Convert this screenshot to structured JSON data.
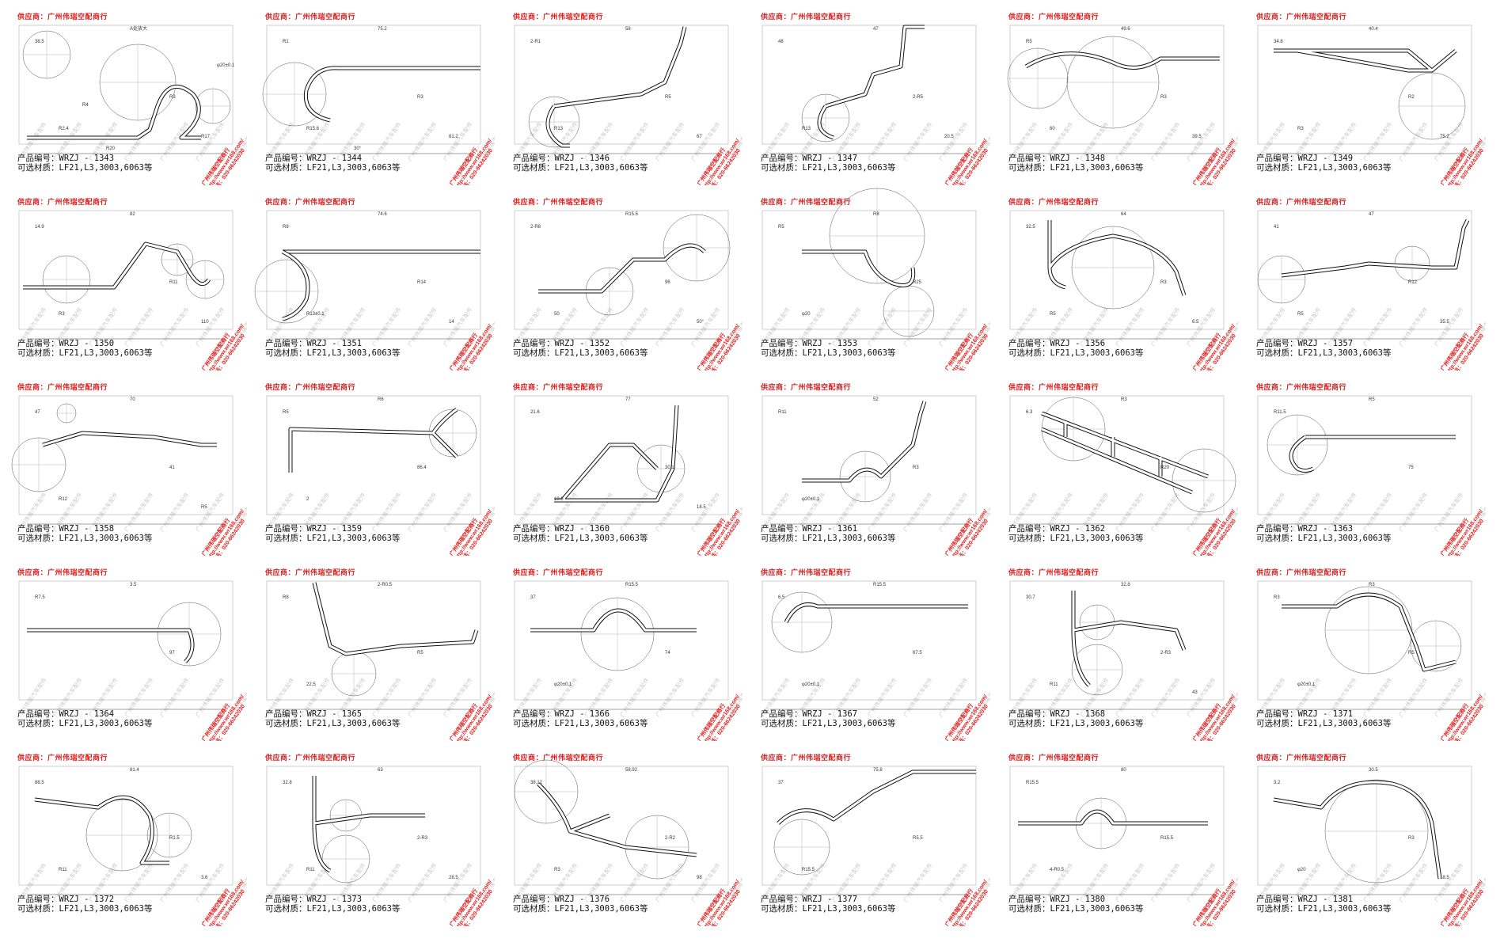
{
  "supplier_label": "供应商：广州伟瑞空配商行",
  "watermark_text": "广州伟瑞汽车配件",
  "stamp": {
    "company": "广州伟瑞空配商行",
    "url": "http://www.wr168.com/",
    "phone": "电话：020-66242030"
  },
  "code_prefix": "产品编号：",
  "material_line": "可选材质：LF21,L3,3003,6063等",
  "colors": {
    "accent_red": "#e0201f",
    "line": "#111111",
    "dim": "#444444"
  },
  "products": [
    {
      "code": "WRZJ - 1343",
      "shape": "loop-a",
      "dims": [
        "A处放大",
        "38.5",
        "R3",
        "R2.4",
        "R17",
        "R20",
        "φ20±0.1",
        "R4"
      ]
    },
    {
      "code": "WRZJ - 1344",
      "shape": "hook-left",
      "dims": [
        "75.2",
        "R1",
        "R3",
        "R15.6",
        "81.2",
        "30°"
      ]
    },
    {
      "code": "WRZJ - 1346",
      "shape": "step-up",
      "dims": [
        "58",
        "2-R1",
        "R5",
        "R13",
        "67"
      ]
    },
    {
      "code": "WRZJ - 1347",
      "shape": "step-up-2",
      "dims": [
        "47",
        "48",
        "2-R5",
        "R13",
        "20.5"
      ]
    },
    {
      "code": "WRZJ - 1348",
      "shape": "arch-line",
      "dims": [
        "49.6",
        "R5",
        "R3",
        "60",
        "39.5"
      ]
    },
    {
      "code": "WRZJ - 1349",
      "shape": "wedge",
      "dims": [
        "40.4",
        "34.8",
        "R2",
        "R3",
        "75.2"
      ]
    },
    {
      "code": "WRZJ - 1350",
      "shape": "zig-loop",
      "dims": [
        "82",
        "14.9",
        "R11",
        "R3",
        "110"
      ]
    },
    {
      "code": "WRZJ - 1351",
      "shape": "hook-left-2",
      "dims": [
        "74.6",
        "R8",
        "R14",
        "R13±0.1",
        "14"
      ]
    },
    {
      "code": "WRZJ - 1352",
      "shape": "zig-loop-2",
      "dims": [
        "R15.5",
        "2-R8",
        "96",
        "50",
        "50°"
      ]
    },
    {
      "code": "WRZJ - 1353",
      "shape": "circle-s",
      "dims": [
        "R8",
        "R5",
        "R25",
        "φ20"
      ]
    },
    {
      "code": "WRZJ - 1356",
      "shape": "tank",
      "dims": [
        "64",
        "32.5",
        "R3",
        "R5",
        "6.5"
      ]
    },
    {
      "code": "WRZJ - 1357",
      "shape": "step-flat",
      "dims": [
        "47",
        "41",
        "R12",
        "R5",
        "35.5"
      ]
    },
    {
      "code": "WRZJ - 1358",
      "shape": "hook-right",
      "dims": [
        "70",
        "47",
        "41",
        "R12",
        "R5"
      ]
    },
    {
      "code": "WRZJ - 1359",
      "shape": "t-end",
      "dims": [
        "R6",
        "R5",
        "86.4",
        "2"
      ]
    },
    {
      "code": "WRZJ - 1360",
      "shape": "frame",
      "dims": [
        "77",
        "21.6",
        "30.1",
        "10.8",
        "18.5"
      ]
    },
    {
      "code": "WRZJ - 1361",
      "shape": "ridge",
      "dims": [
        "52",
        "R11",
        "R3",
        "φ20±0.1"
      ]
    },
    {
      "code": "WRZJ - 1362",
      "shape": "truss",
      "dims": [
        "R3",
        "6.3",
        "R20"
      ]
    },
    {
      "code": "WRZJ - 1363",
      "shape": "hook-small",
      "dims": [
        "R5",
        "R11.5",
        "75"
      ]
    },
    {
      "code": "WRZJ - 1364",
      "shape": "long-hook",
      "dims": [
        "3.5",
        "R7.5",
        "97"
      ]
    },
    {
      "code": "WRZJ - 1365",
      "shape": "slant-step",
      "dims": [
        "2-R0.5",
        "R8",
        "R5",
        "22.5"
      ]
    },
    {
      "code": "WRZJ - 1366",
      "shape": "dome",
      "dims": [
        "R15.5",
        "37",
        "74",
        "φ20±0.1"
      ]
    },
    {
      "code": "WRZJ - 1367",
      "shape": "hook-top",
      "dims": [
        "R15.5",
        "6.5",
        "67.5",
        "φ20±0.1"
      ]
    },
    {
      "code": "WRZJ - 1368",
      "shape": "tank-2",
      "dims": [
        "32.8",
        "30.7",
        "2-R3",
        "R11",
        "43"
      ]
    },
    {
      "code": "WRZJ - 1371",
      "shape": "arch-s",
      "dims": [
        "R3",
        "R3",
        "R5",
        "φ20±0.1"
      ]
    },
    {
      "code": "WRZJ - 1372",
      "shape": "arch-s-2",
      "dims": [
        "81.4",
        "88.5",
        "R1.5",
        "R11",
        "3.6"
      ]
    },
    {
      "code": "WRZJ - 1373",
      "shape": "tank-3",
      "dims": [
        "63",
        "32.8",
        "2-R3",
        "R11",
        "28.5"
      ]
    },
    {
      "code": "WRZJ - 1376",
      "shape": "lever",
      "dims": [
        "58.92",
        "38.12",
        "2-R2",
        "R3",
        "98"
      ]
    },
    {
      "code": "WRZJ - 1377",
      "shape": "s-curve",
      "dims": [
        "75.8",
        "37",
        "R5.5",
        "R15.5"
      ]
    },
    {
      "code": "WRZJ - 1380",
      "shape": "bump",
      "dims": [
        "80",
        "R15.5",
        "R15.5",
        "4-R0.5"
      ]
    },
    {
      "code": "WRZJ - 1381",
      "shape": "arch-big",
      "dims": [
        "30.5",
        "3.2",
        "R3",
        "φ20",
        "18.5"
      ]
    }
  ]
}
